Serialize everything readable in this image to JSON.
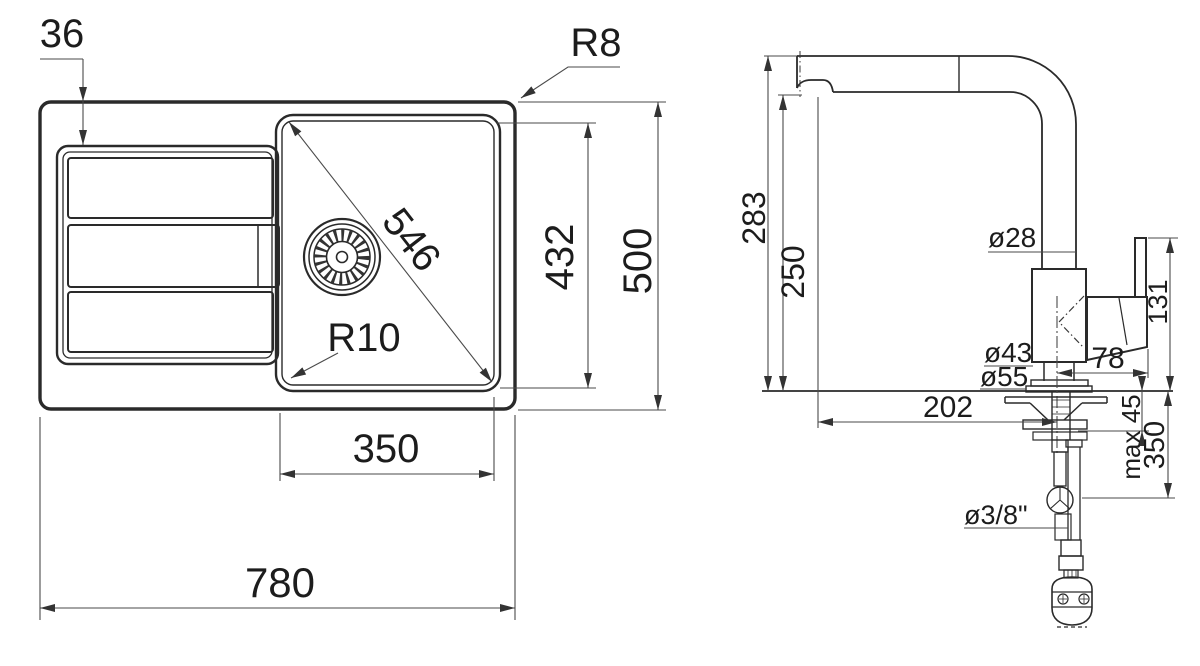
{
  "drawing": {
    "colors": {
      "line": "#2a2a2a",
      "dimension": "#4a4a4a",
      "background": "#ffffff"
    },
    "sink": {
      "rim_offset": "36",
      "corner_radius": "R8",
      "bowl_diagonal": "546",
      "bowl_depth": "432",
      "overall_depth": "500",
      "bowl_corner_radius": "R10",
      "bowl_width": "350",
      "overall_width": "780"
    },
    "faucet": {
      "overall_height": "283",
      "spout_height": "250",
      "spout_pipe_diameter": "ø28",
      "handle_top_height": "131",
      "body_diameter": "ø43",
      "base_flange_diameter": "ø55",
      "spout_reach": "202",
      "handle_length": "78",
      "max_counter_thickness": "max 45",
      "hose_length": "350",
      "supply_connection": "ø3/8\""
    }
  }
}
